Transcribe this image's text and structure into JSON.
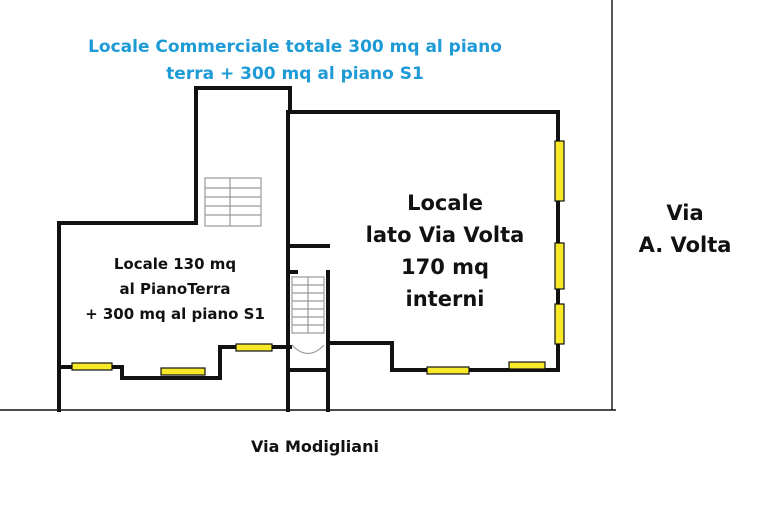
{
  "headline": {
    "line1": "Locale Commerciale totale 300 mq al piano",
    "line2": "terra + 300 mq al piano S1",
    "color": "#1e9ad6"
  },
  "left_room": {
    "line1": "Locale 130 mq",
    "line2": "al PianoTerra",
    "line3": "+  300 mq al piano S1"
  },
  "right_room": {
    "line1": "Locale",
    "line2": "lato Via Volta",
    "line3": "170 mq",
    "line4": "interni"
  },
  "street_right": {
    "line1": "Via",
    "line2": "A. Volta"
  },
  "street_bottom": {
    "label": "Via Modigliani"
  },
  "colors": {
    "wall": "#111111",
    "window": "#f7e82a",
    "stairs": "#9a9a9a"
  }
}
